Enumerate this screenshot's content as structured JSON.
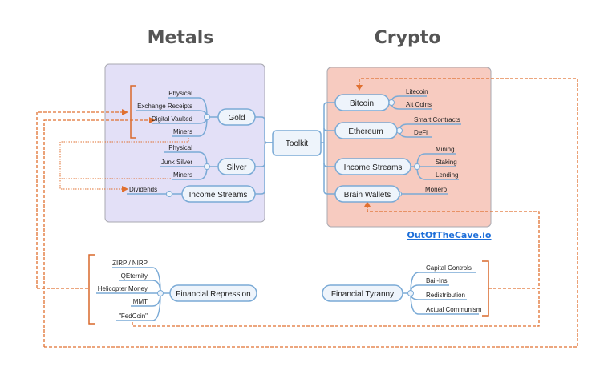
{
  "titles": {
    "metals": "Metals",
    "crypto": "Crypto"
  },
  "center": "Toolkit",
  "brand": "OutOfTheCave.io",
  "colors": {
    "metals_bg": "#e3e0f7",
    "crypto_bg": "#f7cbc0",
    "line": "#7aaad6",
    "node_fill": "#eef4fb",
    "dashed": "#e07030"
  },
  "metals": {
    "gold": {
      "label": "Gold",
      "children": [
        "Physical",
        "Exchange Receipts",
        "Digital Vaulted",
        "Miners"
      ]
    },
    "silver": {
      "label": "Silver",
      "children": [
        "Physical",
        "Junk Silver",
        "Miners"
      ]
    },
    "income": {
      "label": "Income Streams",
      "children": [
        "Dividends"
      ]
    }
  },
  "crypto": {
    "bitcoin": {
      "label": "Bitcoin",
      "children": [
        "Litecoin",
        "Alt Coins"
      ]
    },
    "ethereum": {
      "label": "Ethereum",
      "children": [
        "Smart Contracts",
        "DeFi"
      ]
    },
    "income": {
      "label": "Income Streams",
      "children": [
        "Mining",
        "Staking",
        "Lending"
      ]
    },
    "brain": {
      "label": "Brain Wallets",
      "children": [
        "Monero"
      ]
    }
  },
  "repression": {
    "label": "Financial Repression",
    "children": [
      "ZIRP / NIRP",
      "QEternity",
      "Helicopter Money",
      "MMT",
      "\"FedCoin\""
    ]
  },
  "tyranny": {
    "label": "Financial Tyranny",
    "children": [
      "Capital Controls",
      "Bail-Ins",
      "Redistribution",
      "Actual Communism"
    ]
  }
}
